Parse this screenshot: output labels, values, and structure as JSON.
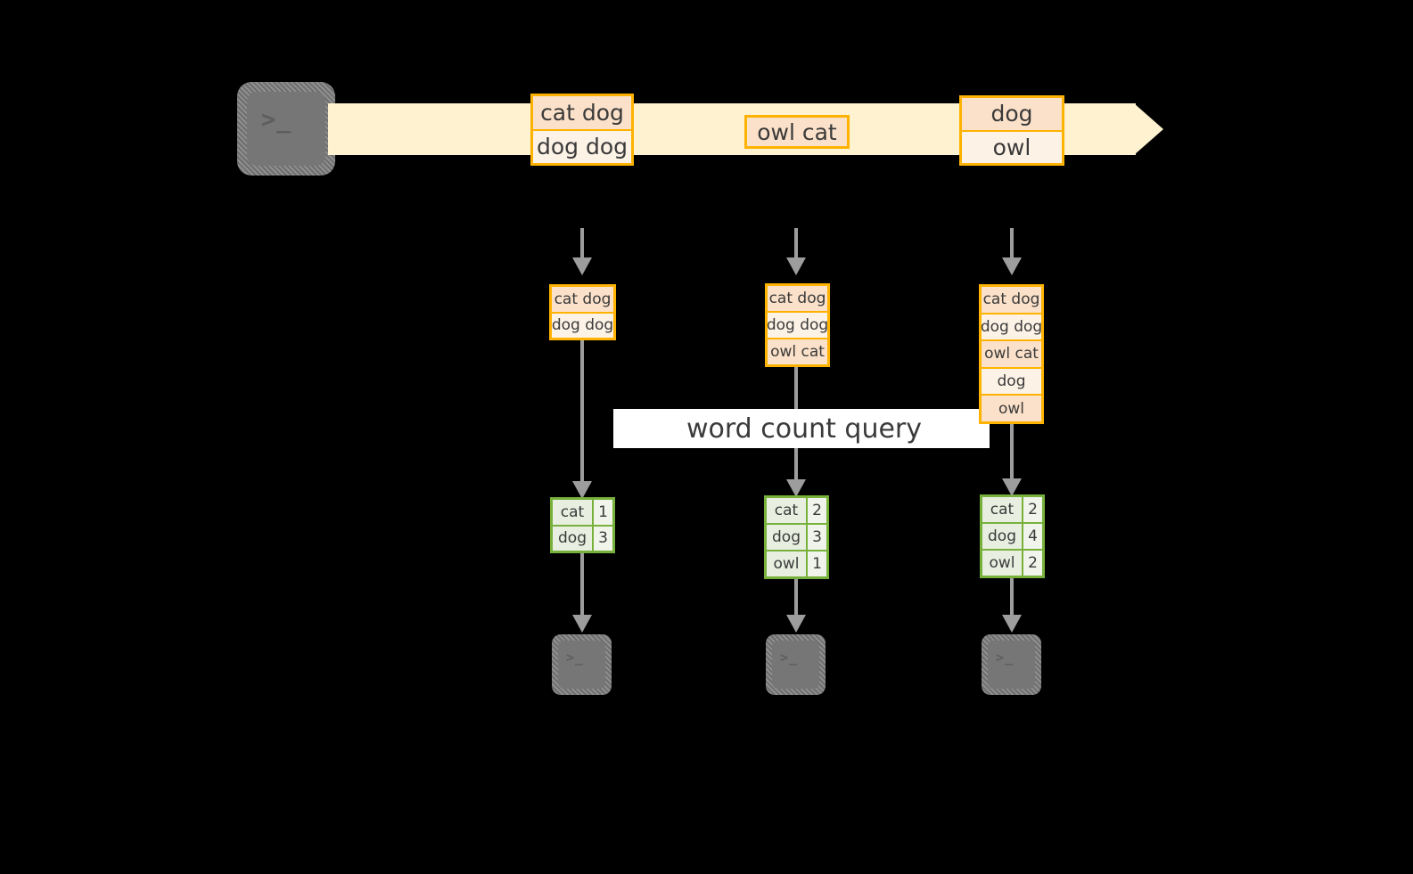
{
  "diagram": {
    "title": "word count query streaming diagram",
    "colors": {
      "background": "#000000",
      "stream_band": "#FFF2D0",
      "event_border": "#FFB300",
      "event_fill_dark": "#FBE1C9",
      "event_fill_light": "#FDF2E6",
      "table_border": "#77B13B",
      "table_fill_word": "#E8EFE0",
      "table_fill_count": "#F0F4EB",
      "connector": "#9d9d9d",
      "terminal_screen": "#767676",
      "label_band": "#FFFFFF",
      "text": "#3a3a3a"
    }
  },
  "source": {
    "terminal_icon": "terminal-icon",
    "prompt_glyph": ">_"
  },
  "stream": {
    "events": [
      {
        "id": "event-group-1",
        "lines": [
          "cat dog",
          "dog dog"
        ]
      },
      {
        "id": "event-group-2",
        "lines": [
          "owl cat"
        ]
      },
      {
        "id": "event-group-3",
        "lines": [
          "dog",
          "owl"
        ]
      }
    ]
  },
  "query": {
    "label": "word count query"
  },
  "snapshots": [
    {
      "id": "snapshot-1",
      "input_lines": [
        "cat dog",
        "dog dog"
      ],
      "result": {
        "rows": [
          {
            "word": "cat",
            "count": "1"
          },
          {
            "word": "dog",
            "count": "3"
          }
        ]
      },
      "sink_icon": "terminal-icon",
      "sink_prompt": ">_"
    },
    {
      "id": "snapshot-2",
      "input_lines": [
        "cat dog",
        "dog dog",
        "owl cat"
      ],
      "result": {
        "rows": [
          {
            "word": "cat",
            "count": "2"
          },
          {
            "word": "dog",
            "count": "3"
          },
          {
            "word": "owl",
            "count": "1"
          }
        ]
      },
      "sink_icon": "terminal-icon",
      "sink_prompt": ">_"
    },
    {
      "id": "snapshot-3",
      "input_lines": [
        "cat dog",
        "dog dog",
        "owl cat",
        "dog",
        "owl"
      ],
      "result": {
        "rows": [
          {
            "word": "cat",
            "count": "2"
          },
          {
            "word": "dog",
            "count": "4"
          },
          {
            "word": "owl",
            "count": "2"
          }
        ]
      },
      "sink_icon": "terminal-icon",
      "sink_prompt": ">_"
    }
  ]
}
